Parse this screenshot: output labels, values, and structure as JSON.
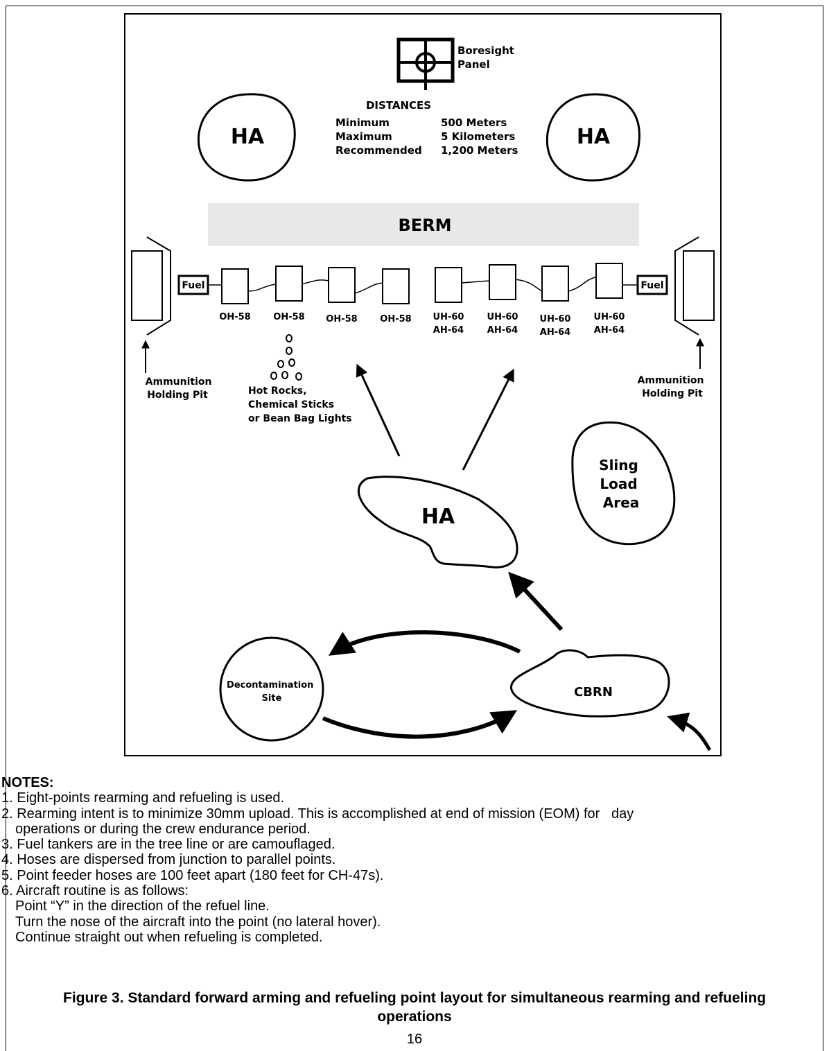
{
  "diagram": {
    "boresight_label": [
      "Boresight",
      "Panel"
    ],
    "distances": {
      "title": "DISTANCES",
      "rows": [
        {
          "label": "Minimum",
          "value": "500 Meters"
        },
        {
          "label": "Maximum",
          "value": "5 Kilometers"
        },
        {
          "label": "Recommended",
          "value": "1,200 Meters"
        }
      ]
    },
    "ha_label": "HA",
    "berm_label": "BERM",
    "fuel_label": "Fuel",
    "points": [
      [
        "OH-58"
      ],
      [
        "OH-58"
      ],
      [
        "OH-58"
      ],
      [
        "OH-58"
      ],
      [
        "UH-60",
        "AH-64"
      ],
      [
        "UH-60",
        "AH-64"
      ],
      [
        "UH-60",
        "AH-64"
      ],
      [
        "UH-60",
        "AH-64"
      ]
    ],
    "ammo_label": [
      "Ammunition",
      "Holding Pit"
    ],
    "hot_rocks_label": [
      "Hot Rocks,",
      "Chemical Sticks",
      "or Bean Bag Lights"
    ],
    "sling_label": [
      "Sling",
      "Load",
      "Area"
    ],
    "decon_label": [
      "Decontamination",
      "Site"
    ],
    "cbrn_label": "CBRN"
  },
  "notes": {
    "title": "NOTES:",
    "items": [
      {
        "text": "1. Eight-points rearming and refueling is used."
      },
      {
        "text": "2. Rearming intent is to minimize 30mm upload. This is accomplished at end of mission (EOM) for   day",
        "cont": [
          "operations or during the crew endurance period."
        ]
      },
      {
        "text": "3. Fuel tankers are in the tree line or are camouflaged."
      },
      {
        "text": "4. Hoses are dispersed from junction to parallel points."
      },
      {
        "text": "5. Point feeder hoses are 100 feet apart (180 feet for CH-47s)."
      },
      {
        "text": "6. Aircraft routine is as follows:",
        "cont": [
          "Point “Y” in the direction of the refuel line.",
          "Turn the nose of the aircraft into the point (no lateral hover).",
          "Continue straight out when refueling is completed."
        ]
      }
    ]
  },
  "caption": [
    "Figure 3. Standard forward arming and refueling point layout for simultaneous rearming and refueling",
    "operations"
  ],
  "page_number": "16"
}
